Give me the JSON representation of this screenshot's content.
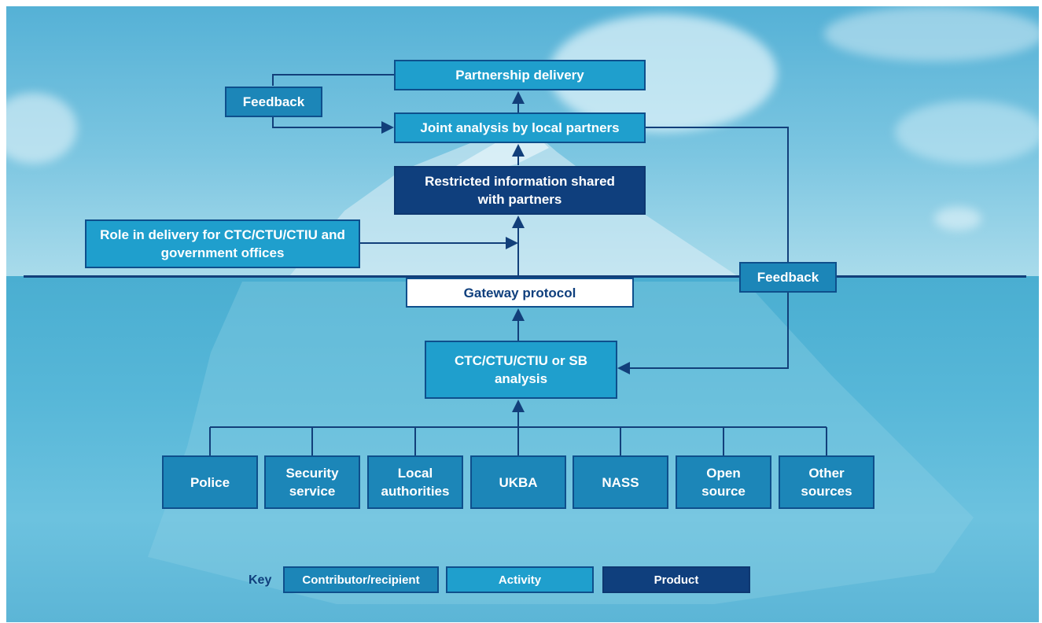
{
  "diagram": {
    "nodes": {
      "partnership_delivery": "Partnership delivery",
      "feedback_top": "Feedback",
      "joint_analysis": "Joint analysis by local partners",
      "restricted_info": "Restricted information shared with partners",
      "role_in_delivery": "Role in delivery for CTC/CTU/CTIU and government offices",
      "feedback_right": "Feedback",
      "gateway_protocol": "Gateway protocol",
      "ctc_analysis": "CTC/CTU/CTIU or SB analysis"
    },
    "sources": [
      "Police",
      "Security service",
      "Local authorities",
      "UKBA",
      "NASS",
      "Open source",
      "Other sources"
    ],
    "key": {
      "label": "Key",
      "items": [
        "Contributor/recipient",
        "Activity",
        "Product"
      ]
    },
    "colors": {
      "contributor": "#1c86b8",
      "activity": "#1f9fcd",
      "product": "#0f3f7d",
      "line": "#123f7a"
    }
  }
}
